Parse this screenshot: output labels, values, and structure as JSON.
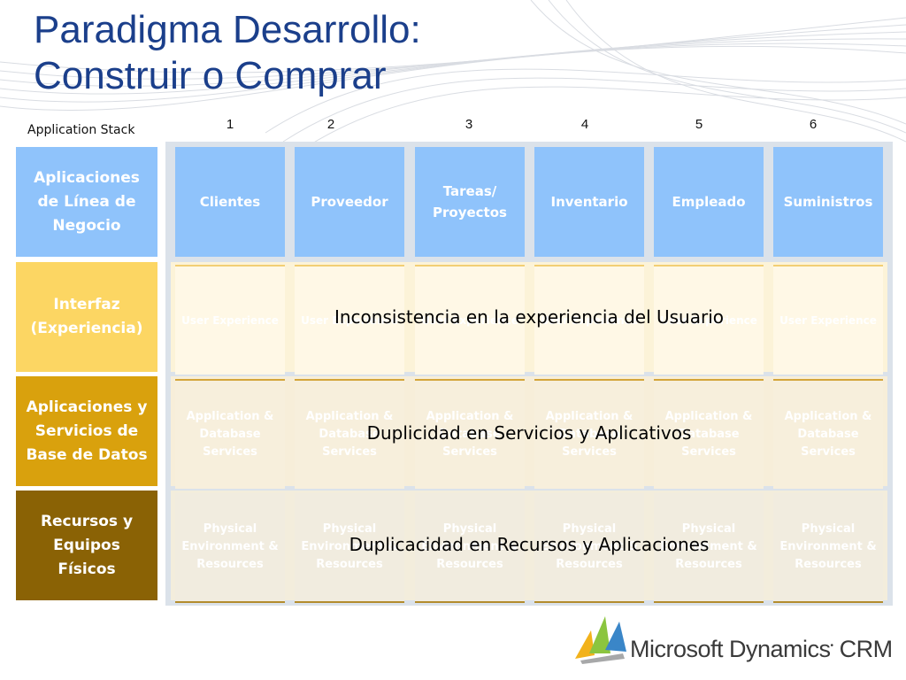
{
  "title": {
    "line1": "Paradigma Desarrollo:",
    "line2": "Construir o Comprar"
  },
  "stack_label": "Application Stack",
  "column_numbers": [
    "1",
    "2",
    "3",
    "4",
    "5",
    "6"
  ],
  "rows": [
    {
      "label": "Aplicaciones de Línea de Negocio",
      "color": "#8fc3fb"
    },
    {
      "label": "Interfaz (Experiencia)",
      "color": "#fcd663"
    },
    {
      "label": "Aplicaciones y Servicios de Base de Datos",
      "color": "#d9a10d"
    },
    {
      "label": "Recursos y Equipos Físicos",
      "color": "#8a6205"
    }
  ],
  "business_apps": [
    "Clientes",
    "Proveedor",
    "Tareas/ Proyectos",
    "Inventario",
    "Empleado",
    "Suministros"
  ],
  "ui_cells": [
    "User Experience",
    "User Experience",
    "User Experience",
    "User Experience",
    "User Experience",
    "User Experience"
  ],
  "app_cells": [
    "Application & Database Services",
    "Application & Database Services",
    "Application & Database Services",
    "Application & Database Services",
    "Application & Database Services",
    "Application & Database Services"
  ],
  "phys_cells": [
    "Physical Environment & Resources",
    "Physical Environment & Resources",
    "Physical Environment & Resources",
    "Physical Environment & Resources",
    "Physical Environment & Resources",
    "Physical Environment & Resources"
  ],
  "overlays": {
    "ui": "Inconsistencia en la experiencia del Usuario",
    "app": "Duplicidad en Servicios y Aplicativos",
    "phys": "Duplicacidad en Recursos y Aplicaciones"
  },
  "logo": {
    "brand": "Microsoft Dynamics",
    "product": "CRM",
    "icon": "dynamics-flag-icon"
  }
}
